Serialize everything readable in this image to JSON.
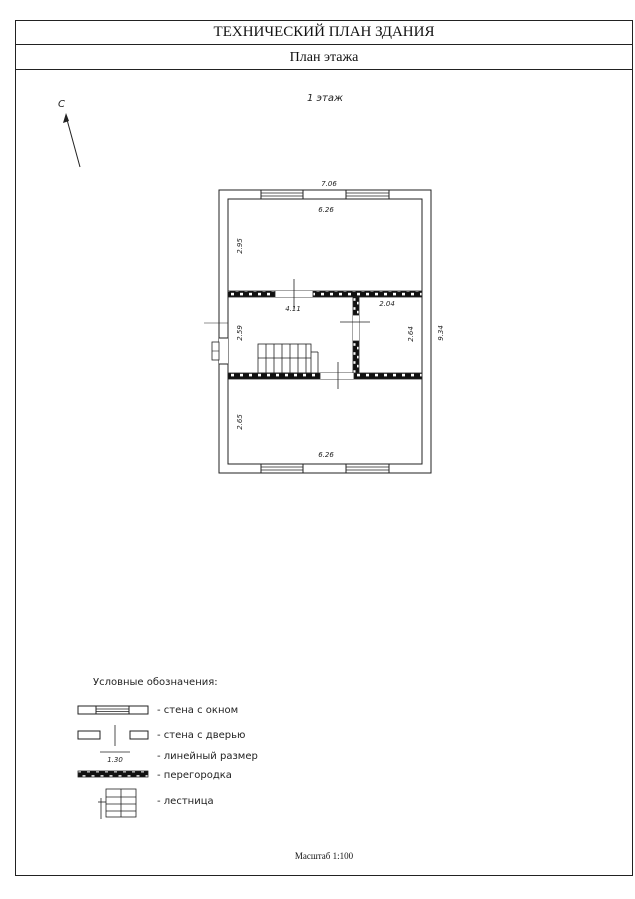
{
  "header": {
    "title": "ТЕХНИЧЕСКИЙ ПЛАН ЗДАНИЯ",
    "subtitle": "План этажа"
  },
  "floor_label": "1 этаж",
  "north_label": "С",
  "dimensions": {
    "outer_width": "7.06",
    "inner_width_top": "6.26",
    "inner_width_bottom": "6.26",
    "outer_length": "9.34",
    "top_room_depth": "2.95",
    "middle_depth_left": "2.59",
    "middle_depth_right": "2.64",
    "bottom_room_depth": "2.65",
    "hall_width": "4.11",
    "small_room_width": "2.04"
  },
  "legend": {
    "title": "Условные обозначения:",
    "sample_dimension": "1.30",
    "items": [
      {
        "symbol": "wall-window",
        "label": "- стена с окном"
      },
      {
        "symbol": "wall-door",
        "label": "- стена с дверью"
      },
      {
        "symbol": "linear-dimension",
        "label": "- линейный размер"
      },
      {
        "symbol": "partition",
        "label": "- перегородка"
      },
      {
        "symbol": "staircase",
        "label": "- лестница"
      }
    ]
  },
  "scale": "Масштаб 1:100"
}
